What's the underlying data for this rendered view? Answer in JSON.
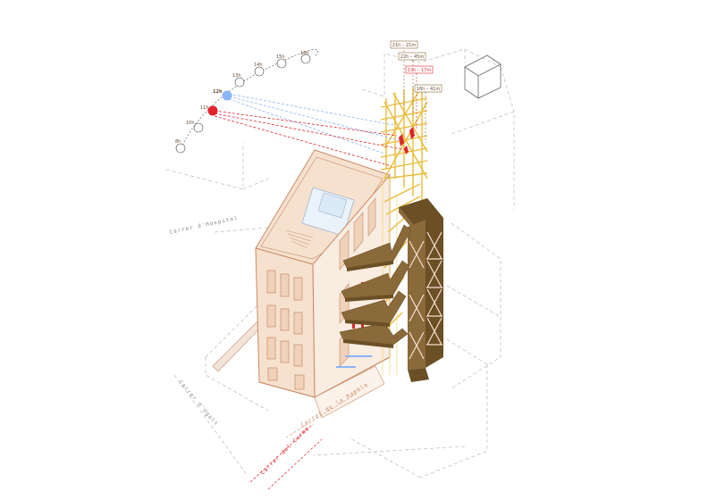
{
  "sun_path": {
    "hours": [
      {
        "label": "8h",
        "state": "normal"
      },
      {
        "label": "10h",
        "state": "normal"
      },
      {
        "label": "11h",
        "state": "highlight-red"
      },
      {
        "label": "12h",
        "state": "highlight-blue"
      },
      {
        "label": "13h",
        "state": "normal"
      },
      {
        "label": "14h",
        "state": "normal"
      },
      {
        "label": "15h",
        "state": "normal"
      },
      {
        "label": "16h",
        "state": "normal"
      }
    ],
    "colors": {
      "red": "#e0242a",
      "blue": "#8ab4f5",
      "normal": "#ffffff",
      "stroke": "#444444"
    }
  },
  "angle_labels": [
    {
      "text": "21h – 21m",
      "color": "#6b4a2e"
    },
    {
      "text": "22h – 45m",
      "color": "#6b4a2e"
    },
    {
      "text": "13h – 17m",
      "color": "#e0242a"
    },
    {
      "text": "16h – 41m",
      "color": "#6b4a2e"
    }
  ],
  "streets": {
    "left_upper": "Carrer d'Hospital",
    "left_lower": "Carrer d'Ugalt",
    "bottom_brown": "Carrer de la Rambla",
    "bottom_red": "Carrer del Carme"
  },
  "palette": {
    "wall": "#f6e1cf",
    "wall_dark": "#efcfb4",
    "outline": "#c98b64",
    "tower": "#8a6a3a",
    "tower_dark": "#6b4f25",
    "lattice": "#f1cf55",
    "context": "#c8c0bb",
    "red": "#e0242a",
    "blue": "#8ab4f5"
  }
}
